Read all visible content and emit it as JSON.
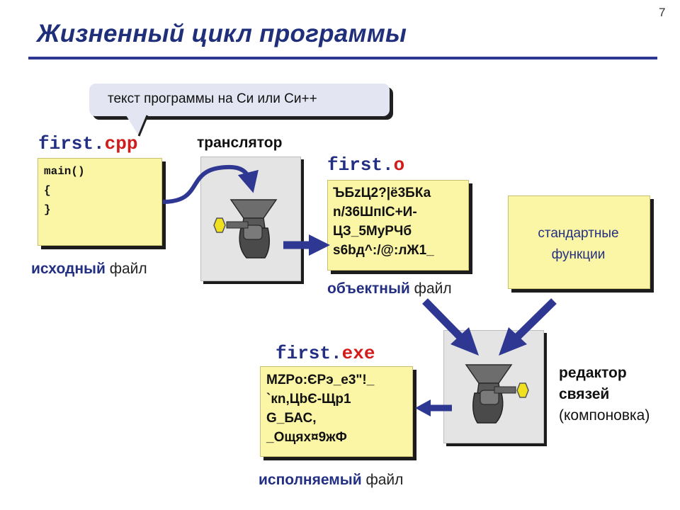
{
  "page_number": "7",
  "title": "Жизненный цикл программы",
  "callout": "текст программы на Си или Си++",
  "source_file": {
    "name": "first.",
    "ext": "cpp",
    "code_lines": [
      "main()",
      "{",
      "",
      "}"
    ],
    "label_bold": "исходный",
    "label_rest": " файл"
  },
  "translator": {
    "label": "транслятор"
  },
  "object_file": {
    "name": "first.",
    "ext": "o",
    "content_lines": [
      "ЪБzЦ2?|ё3БКа",
      "n/36ШпIC+И-",
      "ЦЗ_5МуРЧб",
      "s6bд^:/@:лЖ1_"
    ],
    "label_bold": "объектный",
    "label_rest": " файл"
  },
  "std_functions": {
    "line1": "стандартные",
    "line2": "функции"
  },
  "linker": {
    "line1": "редактор",
    "line2": "связей",
    "line3": "(компоновка)"
  },
  "exe_file": {
    "name": "first.",
    "ext": "exe",
    "content_lines": [
      "MZPo:ЄPэ_е3\"!_",
      "`кn,ЦbЄ-Щр1",
      "G_БАС,",
      "_Ощях¤9жФ"
    ],
    "label_bold": "исполняемый",
    "label_rest": " файл"
  },
  "colors": {
    "title": "#1f2f7a",
    "extension": "#d31b1b",
    "arrow": "#2e3892",
    "yellow_box": "#fbf6a6",
    "machine_bg": "#e4e4e4"
  },
  "icons": [
    "meat-grinder-icon",
    "arrow-icon"
  ]
}
